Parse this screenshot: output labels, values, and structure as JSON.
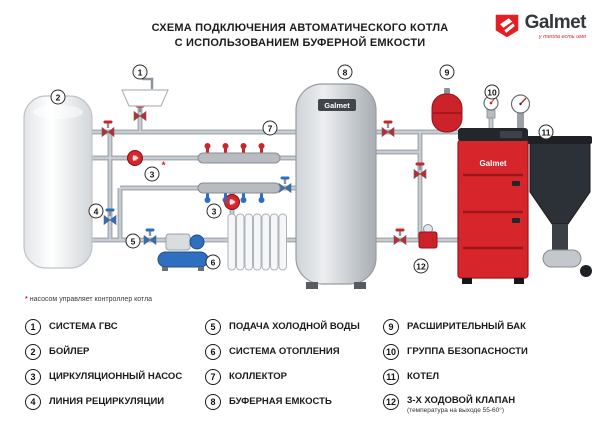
{
  "page": {
    "title_line1": "СХЕМА ПОДКЛЮЧЕНИЯ АВТОМАТИЧЕСКОГО КОТЛА",
    "title_line2": "С ИСПОЛЬЗОВАНИЕМ БУФЕРНОЙ ЕМКОСТИ"
  },
  "logo": {
    "brand": "Galmet",
    "tagline": "у тепла есть имя"
  },
  "diagram": {
    "buffer_label": "Galmet",
    "boiler_label": "Galmet"
  },
  "footnote": {
    "asterisk": "*",
    "text": "насосом управляет контроллер котла"
  },
  "legend": {
    "items": [
      {
        "num": "1",
        "label": "СИСТЕМА ГВС"
      },
      {
        "num": "2",
        "label": "БОЙЛЕР"
      },
      {
        "num": "3",
        "label": "ЦИРКУЛЯЦИОННЫЙ НАСОС"
      },
      {
        "num": "4",
        "label": "ЛИНИЯ РЕЦИРКУЛЯЦИИ"
      },
      {
        "num": "5",
        "label": "ПОДАЧА ХОЛОДНОЙ ВОДЫ"
      },
      {
        "num": "6",
        "label": "СИСТЕМА ОТОПЛЕНИЯ"
      },
      {
        "num": "7",
        "label": "КОЛЛЕКТОР"
      },
      {
        "num": "8",
        "label": "БУФЕРНАЯ ЕМКОСТЬ"
      },
      {
        "num": "9",
        "label": "РАСШИРИТЕЛЬНЫЙ БАК"
      },
      {
        "num": "10",
        "label": "ГРУППА БЕЗОПАСНОСТИ"
      },
      {
        "num": "11",
        "label": "КОТЕЛ"
      },
      {
        "num": "12",
        "label": "3-Х ХОДОВОЙ КЛАПАН",
        "sub": "(температура на выходе 55-60°)"
      }
    ]
  },
  "colors": {
    "accent_red": "#e31e24",
    "pipe_gray": "#a9afb6",
    "text_dark": "#1a1a1a"
  }
}
